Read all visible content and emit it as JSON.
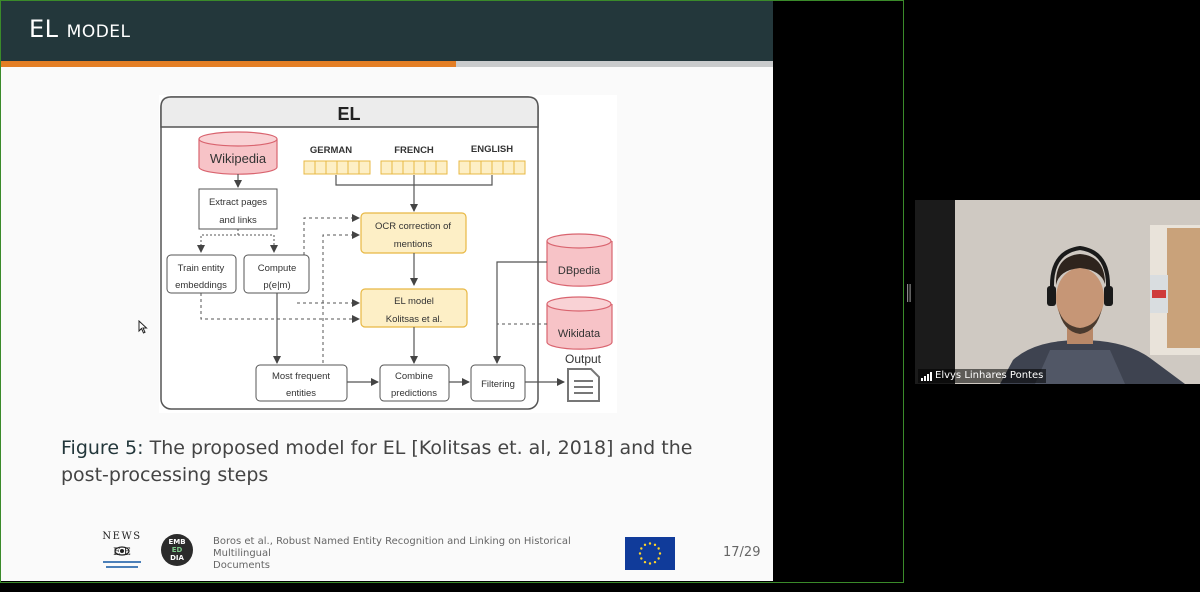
{
  "slide": {
    "title": "EL model",
    "progress_percent": 59,
    "caption_label": "Figure 5:",
    "caption_text": "The proposed model for EL [Kolitsas et. al, 2018] and the post-processing steps",
    "footer": {
      "citation_line1": "Boros et al., Robust Named Entity Recognition and Linking on Historical Multilingual",
      "citation_line2": "Documents",
      "page_number": "17/29"
    }
  },
  "diagram": {
    "title": "EL",
    "wikipedia": "Wikipedia",
    "german": "GERMAN",
    "french": "FRENCH",
    "english": "ENGLISH",
    "extract_line1": "Extract pages",
    "extract_line2": "and links",
    "ocr_line1": "OCR correction of",
    "ocr_line2": "mentions",
    "dbpedia": "DBpedia",
    "train_line1": "Train entity",
    "train_line2": "embeddings",
    "compute_line1": "Compute",
    "compute_line2": "p(e|m)",
    "el_line1": "EL model",
    "el_line2": "Kolitsas et al.",
    "wikidata": "Wikidata",
    "output": "Output",
    "most_line1": "Most frequent",
    "most_line2": "entities",
    "combine_line1": "Combine",
    "combine_line2": "predictions",
    "filtering": "Filtering"
  },
  "logos": {
    "news_top": "NEWS",
    "news_bottom": "E  E",
    "embeddia_line1": "EMB",
    "embeddia_line2": "ED",
    "embeddia_line3": "DIA"
  },
  "participant": {
    "name": "Elvys Linhares Pontes"
  },
  "colors": {
    "header_bg": "#23373b",
    "progress_fill": "#e37e24",
    "db_fill": "#f7c3c7",
    "db_stroke": "#d9646f",
    "box_fill": "#fdefc6",
    "box_stroke": "#e8b844"
  }
}
